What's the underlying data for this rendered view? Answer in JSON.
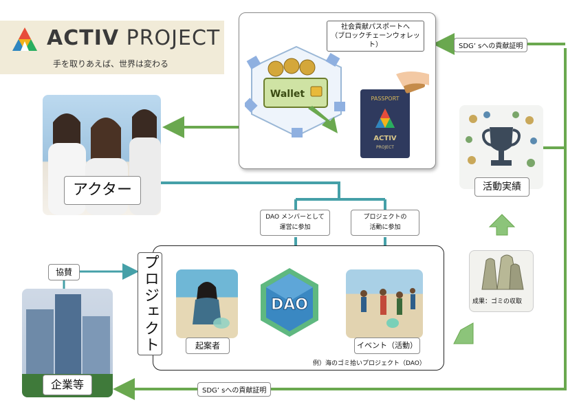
{
  "brand": {
    "name_bold": "ACTIV",
    "name_light": "PROJECT",
    "tagline": "手を取りあえば、世界は変わる"
  },
  "wallet": {
    "label_line1": "社会貢献パスポートへ",
    "label_line2": "（ブロックチェーンウォレット）",
    "wallet_text": "Wallet",
    "passport_top": "PASSPORT",
    "passport_brand": "ACTIV",
    "passport_sub": "PROJECT"
  },
  "actor": {
    "label": "アクター"
  },
  "achievements": {
    "label": "活動実績"
  },
  "sdg_top": {
    "label": "SDG’ sへの貢献証明"
  },
  "sdg_bottom": {
    "label": "SDG’ sへの貢献証明"
  },
  "dao_member": {
    "line1": "DAO メンバーとして",
    "line2": "運営に参加"
  },
  "project_activity": {
    "line1": "プロジェクトの",
    "line2": "活動に参加"
  },
  "project": {
    "label": "プロジェクト",
    "founder": "起案者",
    "dao": "DAO",
    "event": "イベント（活動）",
    "example": "例）海のゴミ拾いプロジェクト（DAO）"
  },
  "sponsor": {
    "label": "協賛"
  },
  "company": {
    "label": "企業等"
  },
  "result": {
    "label": "成果：ゴミの収取"
  },
  "colors": {
    "green": "#6aa84f",
    "teal": "#45a0a8",
    "brand_bg": "#f1ebd8"
  }
}
